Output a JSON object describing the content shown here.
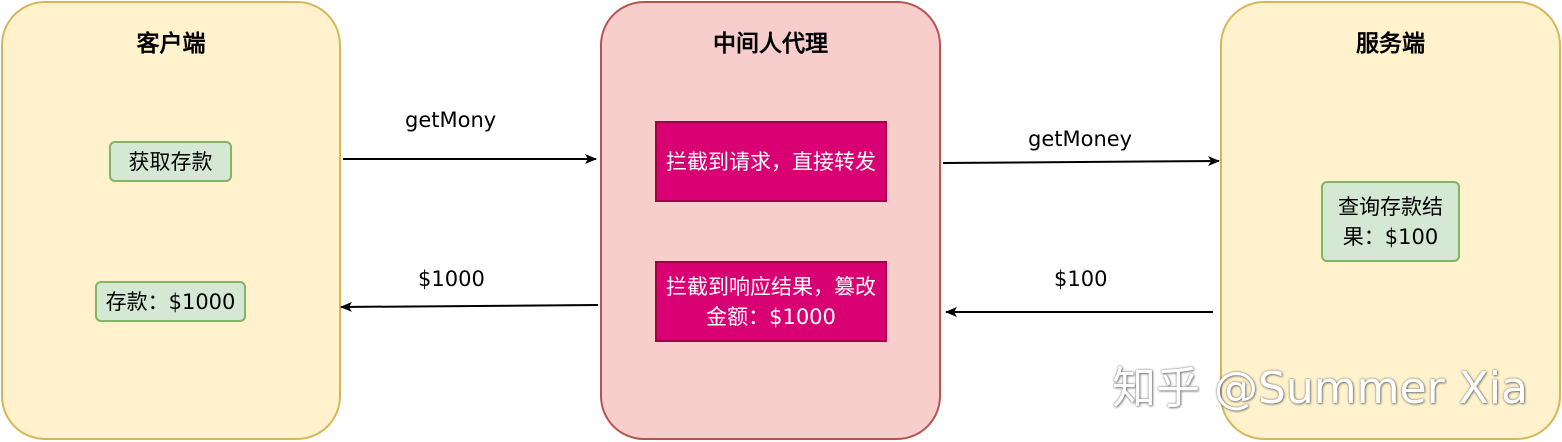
{
  "panels": {
    "client": {
      "title": "客户端"
    },
    "proxy": {
      "title": "中间人代理"
    },
    "server": {
      "title": "服务端"
    }
  },
  "client_boxes": {
    "get_deposit": "获取存款",
    "deposit_result": "存款：$1000"
  },
  "proxy_boxes": {
    "intercept_request": "拦截到请求，直接转发",
    "intercept_response": "拦截到响应结果，篡改金额：$1000"
  },
  "server_boxes": {
    "query_result": "查询存款结果：$100"
  },
  "edges": {
    "client_to_proxy": "getMony",
    "proxy_to_server": "getMoney",
    "server_to_proxy": "$100",
    "proxy_to_client": "$1000"
  },
  "watermark": "知乎 @Summer Xia",
  "colors": {
    "client_fill": "#fff2cc",
    "client_stroke": "#d6b656",
    "proxy_fill": "#f8cecc",
    "proxy_stroke": "#b85450",
    "green_fill": "#d5e8d4",
    "green_stroke": "#82b366",
    "magenta_fill": "#d80073"
  }
}
